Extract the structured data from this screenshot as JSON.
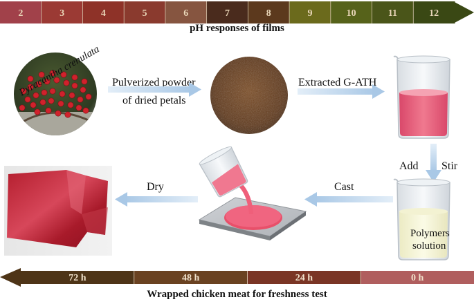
{
  "ph_scale": {
    "values": [
      "2",
      "3",
      "4",
      "5",
      "6",
      "7",
      "8",
      "9",
      "10",
      "11",
      "12"
    ],
    "colors": [
      "#a1414a",
      "#9b3a34",
      "#8e3228",
      "#8a3a2e",
      "#865540",
      "#4a2b1d",
      "#5c391d",
      "#6b6a1c",
      "#56621a",
      "#4a5519",
      "#3a4814"
    ],
    "title": "pH responses of films"
  },
  "plant": {
    "name": "Pyracantha crenulata"
  },
  "steps": {
    "step1_line1": "Pulverized powder",
    "step1_line2": "of dried petals",
    "step2": "Extracted G-ATH",
    "add": "Add",
    "stir": "Stir",
    "beaker2_line1": "Polymers",
    "beaker2_line2": "solution",
    "cast": "Cast",
    "dry": "Dry"
  },
  "timeline": {
    "segments": [
      {
        "label": "72 h",
        "color": "#4e3417"
      },
      {
        "label": "48 h",
        "color": "#6a4221"
      },
      {
        "label": "24 h",
        "color": "#7a3525"
      },
      {
        "label": "0 h",
        "color": "#b05e5e"
      }
    ],
    "title": "Wrapped chicken meat for freshness test"
  }
}
